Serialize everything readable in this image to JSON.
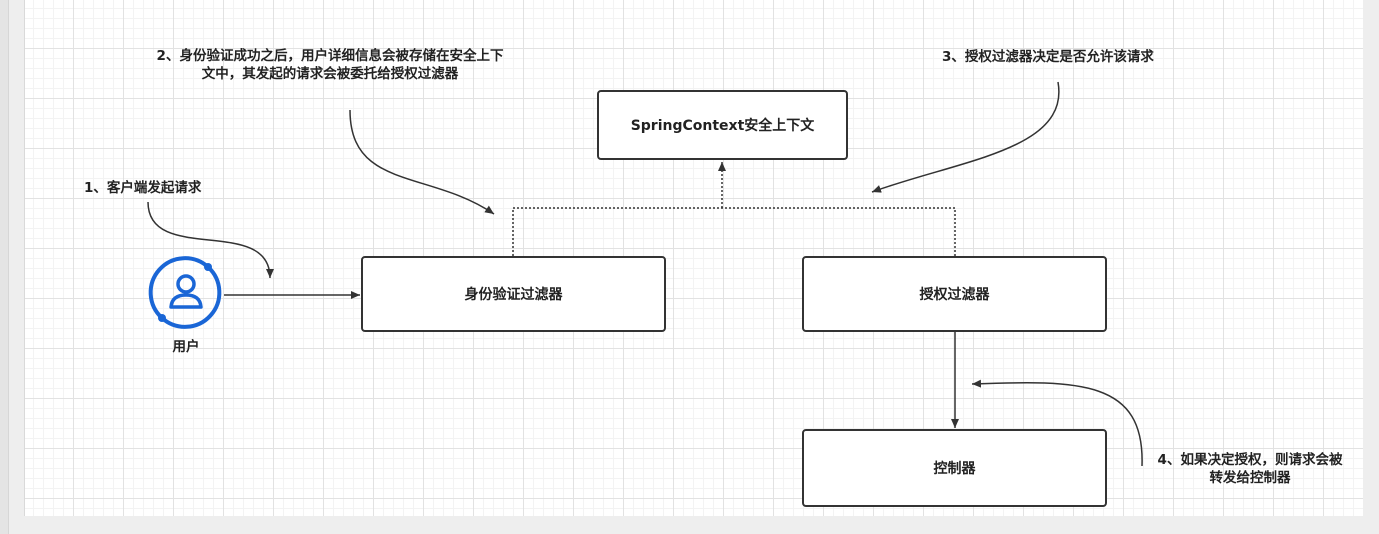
{
  "diagram": {
    "nodes": {
      "user_label": "用户",
      "auth_filter": "身份验证过滤器",
      "security_context": "SpringContext安全上下文",
      "authorization_filter": "授权过滤器",
      "controller": "控制器"
    },
    "notes": {
      "step1": "1、客户端发起请求",
      "step2_line1": "2、身份验证成功之后，用户详细信息会被存储在安全上下",
      "step2_line2": "文中，其发起的请求会被委托给授权过滤器",
      "step3": "3、授权过滤器决定是否允许该请求",
      "step4_line1": "4、如果决定授权，则请求会被",
      "step4_line2": "转发给控制器"
    },
    "colors": {
      "user_icon": "#1a66d6",
      "stroke": "#333333",
      "grid": "#e2e2e2"
    }
  }
}
